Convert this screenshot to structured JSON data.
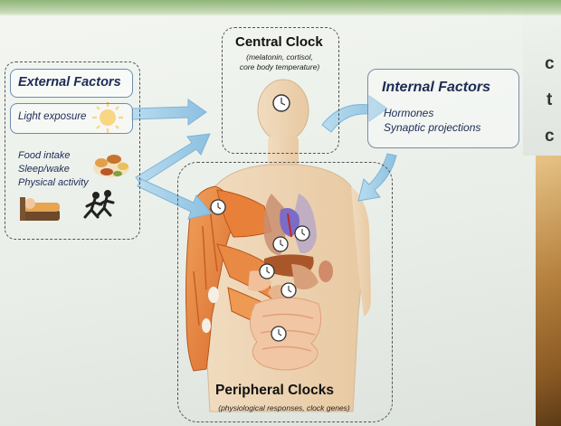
{
  "external": {
    "title": "External Factors",
    "light": "Light exposure",
    "items": [
      "Food intake",
      "Sleep/wake",
      "Physical activity"
    ]
  },
  "central": {
    "title": "Central Clock",
    "sub": [
      "(melatonin, cortisol,",
      "core body temperature)"
    ]
  },
  "internal": {
    "title": "Internal Factors",
    "items": [
      "Hormones",
      "Synaptic projections"
    ]
  },
  "peripheral": {
    "title": "Peripheral Clocks",
    "sub": "(physiological responses, clock genes)"
  },
  "edge_chars": [
    "c",
    "t",
    "c"
  ],
  "icons": [
    "sun-icon",
    "food-icon",
    "sleeping-person-icon",
    "running-people-icon",
    "clock-icon"
  ],
  "colors": {
    "arrow": "#9fcbe6",
    "title": "#1d2b55",
    "muscle": "#e7873f"
  }
}
